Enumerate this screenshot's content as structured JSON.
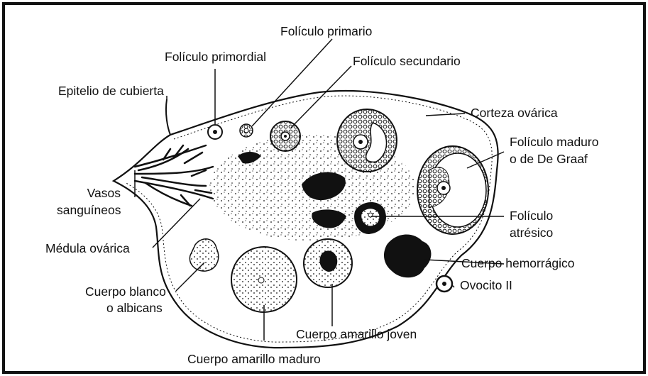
{
  "labels": {
    "foliculo_primario": "Folículo primario",
    "foliculo_primordial": "Folículo primordial",
    "foliculo_secundario": "Folículo secundario",
    "epitelio": "Epitelio de cubierta",
    "corteza": "Corteza ovárica",
    "foliculo_maduro_1": "Folículo maduro",
    "foliculo_maduro_2": "o de De Graaf",
    "vasos_1": "Vasos",
    "vasos_2": "sanguíneos",
    "foliculo_atresico_1": "Folículo",
    "foliculo_atresico_2": "atrésico",
    "medula": "Médula ovárica",
    "cuerpo_hemorragico": "Cuerpo hemorrágico",
    "cuerpo_blanco_1": "Cuerpo blanco",
    "cuerpo_blanco_2": "o albicans",
    "ovocito": "Ovocito II",
    "amarillo_joven": "Cuerpo amarillo joven",
    "amarillo_maduro": "Cuerpo amarillo maduro"
  },
  "colors": {
    "ink": "#111111",
    "background": "#ffffff"
  }
}
